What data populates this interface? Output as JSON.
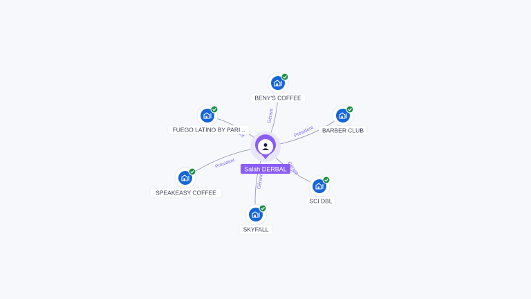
{
  "graph": {
    "center": {
      "name": "Salah DERBAL",
      "icon": "person-icon",
      "accent": "#8b5cf6"
    },
    "companies": [
      {
        "name": "BENY'S COFFEE",
        "role": "Gérant",
        "icon": "building-icon",
        "verified": true
      },
      {
        "name": "BARBER CLUB",
        "role": "Président",
        "icon": "building-icon",
        "verified": true
      },
      {
        "name": "SCI DBL",
        "role": "Gérant",
        "icon": "building-icon",
        "verified": true
      },
      {
        "name": "SKYFALL",
        "role": "Gérant",
        "icon": "building-icon",
        "verified": true
      },
      {
        "name": "SPEAKEASY COFFEE",
        "role": "Président",
        "icon": "building-icon",
        "verified": true
      },
      {
        "name": "FUEGO LATINO BY PARI...",
        "role": "Gérant",
        "icon": "building-icon",
        "verified": true
      }
    ],
    "colors": {
      "company": "#1565d8",
      "verified": "#1e8e4a",
      "edge_label": "#7c6cf0"
    }
  }
}
